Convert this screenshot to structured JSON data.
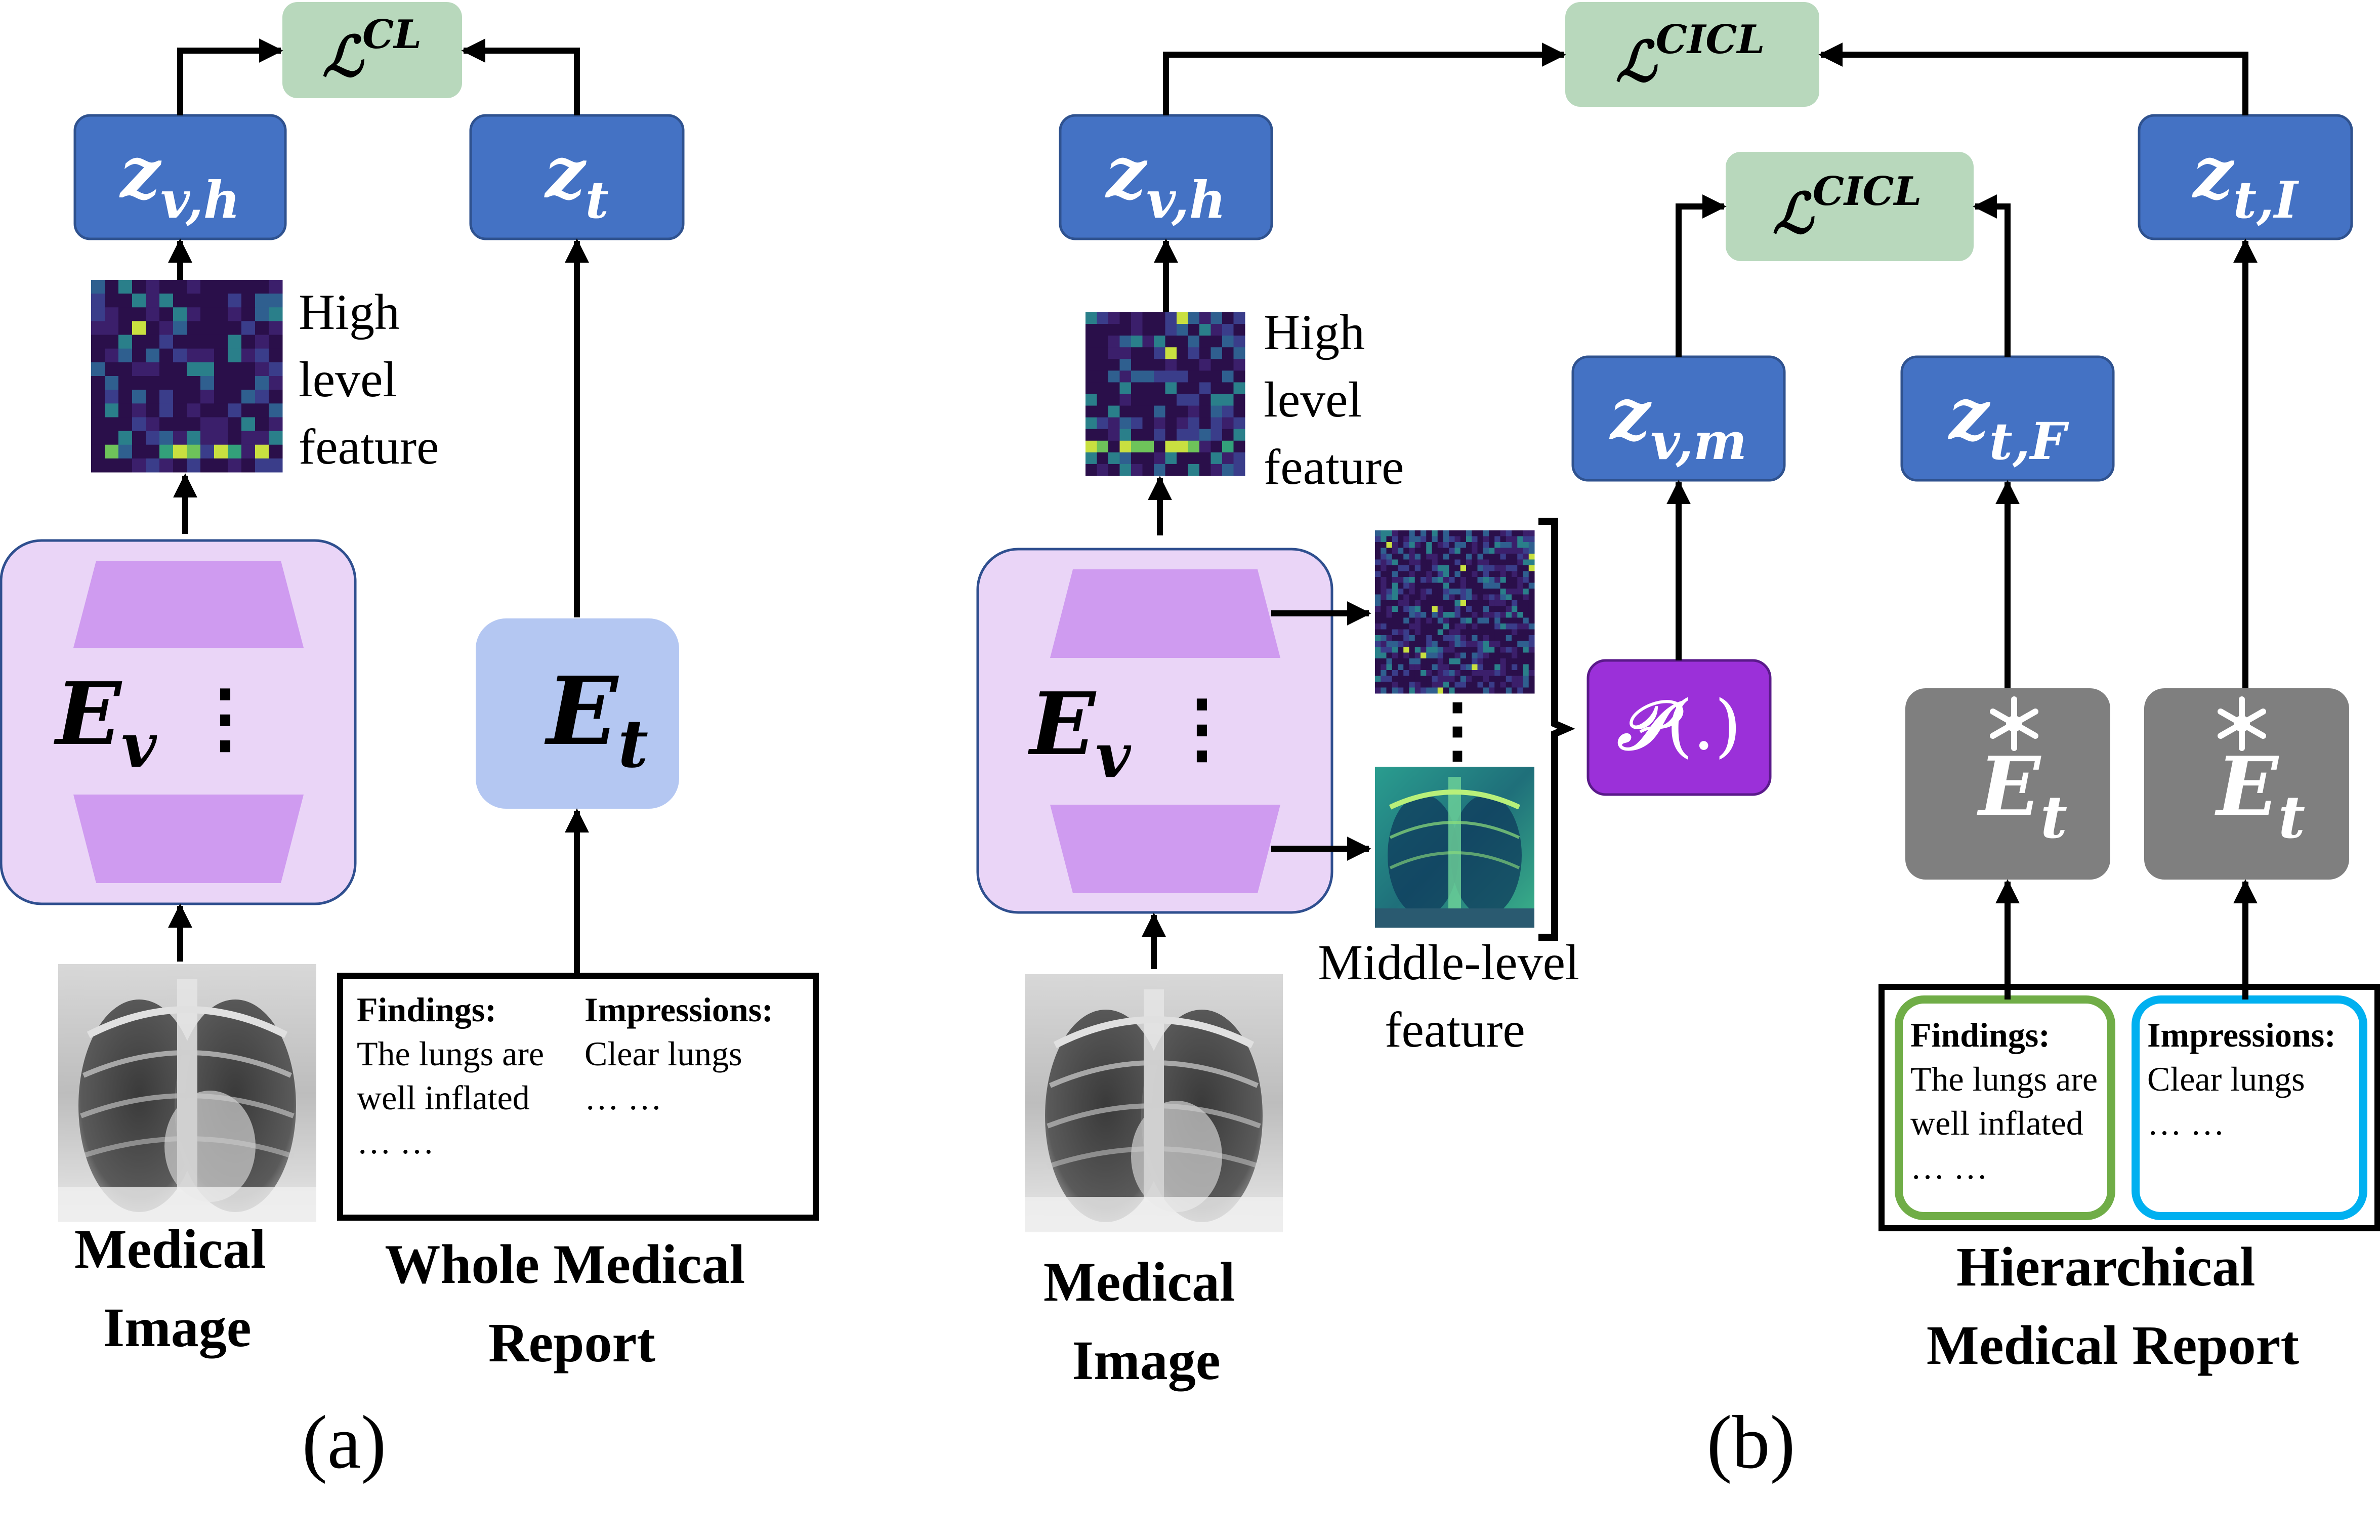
{
  "colors": {
    "loss_box": "#b8d8bc",
    "embed_box": "#4472c4",
    "embed_border": "#2f528f",
    "encoder_v_fill": "#ead5f7",
    "encoder_v_border": "#2f4f8f",
    "trapezoid": "#cf9bf0",
    "encoder_t": "#b4c7f2",
    "frozen_encoder": "#7f7f7f",
    "projector": "#9b30d9",
    "findings_border": "#70ad47",
    "impressions_border": "#00b0f0",
    "heatmap_bg": "#3b1f6b",
    "arrow": "#000000"
  },
  "icons": {
    "frozen": "snowflake-icon",
    "xray": "chest-xray-image"
  },
  "panel_a": {
    "loss": {
      "base": "ℒ",
      "sup": "CL"
    },
    "z_vh": {
      "base": "z",
      "sub": "v,h"
    },
    "z_t": {
      "base": "z",
      "sub": "t"
    },
    "feature_label": [
      "High",
      "level",
      "feature"
    ],
    "encoder_v": {
      "base": "E",
      "sub": "v",
      "dots": "⋮"
    },
    "encoder_t": {
      "base": "E",
      "sub": "t"
    },
    "image_caption": [
      "Medical",
      "Image"
    ],
    "report": {
      "findings_title": "Findings:",
      "findings_lines": [
        "The lungs are",
        "well inflated",
        "… …"
      ],
      "impressions_title": "Impressions:",
      "impressions_lines": [
        "Clear lungs",
        "… …"
      ]
    },
    "report_caption": [
      "Whole Medical",
      "Report"
    ],
    "panel_label": "(a)"
  },
  "panel_b": {
    "loss_top": {
      "base": "ℒ",
      "sup": "CICL"
    },
    "loss_mid": {
      "base": "ℒ",
      "sup": "CICL"
    },
    "z_vh": {
      "base": "z",
      "sub": "v,h"
    },
    "z_vm": {
      "base": "z",
      "sub": "v,m"
    },
    "z_tF": {
      "base": "z",
      "sub": "t,F"
    },
    "z_tI": {
      "base": "z",
      "sub": "t,I"
    },
    "feature_label": [
      "High",
      "level",
      "feature"
    ],
    "encoder_v": {
      "base": "E",
      "sub": "v",
      "dots": "⋮"
    },
    "middle_dots": "⋮",
    "middle_label": [
      "Middle-level",
      "feature"
    ],
    "projector": {
      "symbol": "𝒫",
      "arg": "(.)"
    },
    "encoder_t1": {
      "base": "E",
      "sub": "t"
    },
    "encoder_t2": {
      "base": "E",
      "sub": "t"
    },
    "image_caption": [
      "Medical",
      "Image"
    ],
    "report": {
      "findings_title": "Findings:",
      "findings_lines": [
        "The lungs are",
        "well inflated",
        "… …"
      ],
      "impressions_title": "Impressions:",
      "impressions_lines": [
        "Clear lungs",
        "… …"
      ]
    },
    "report_caption": [
      "Hierarchical",
      "Medical Report"
    ],
    "panel_label": "(b)"
  }
}
